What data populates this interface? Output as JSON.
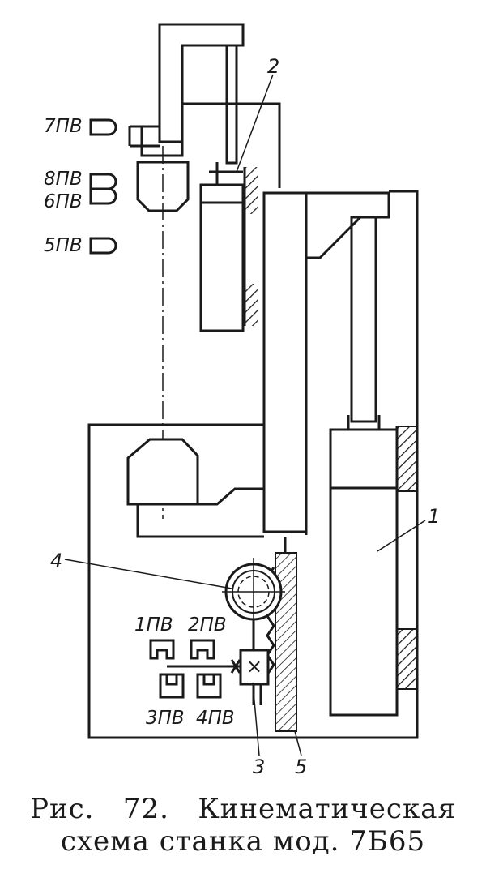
{
  "figure": {
    "labels": {
      "sw7": "7ПВ",
      "sw8": "8ПВ",
      "sw6": "6ПВ",
      "sw5": "5ПВ",
      "sw1": "1ПВ",
      "sw2": "2ПВ",
      "sw3": "3ПВ",
      "sw4": "4ПВ"
    },
    "numbers": {
      "n1": "1",
      "n2": "2",
      "n3": "3",
      "n4": "4",
      "n5": "5"
    }
  },
  "caption": {
    "line1": "Рис.   72.   Кинематическая",
    "line2": "схема станка мод. 7Б65"
  }
}
